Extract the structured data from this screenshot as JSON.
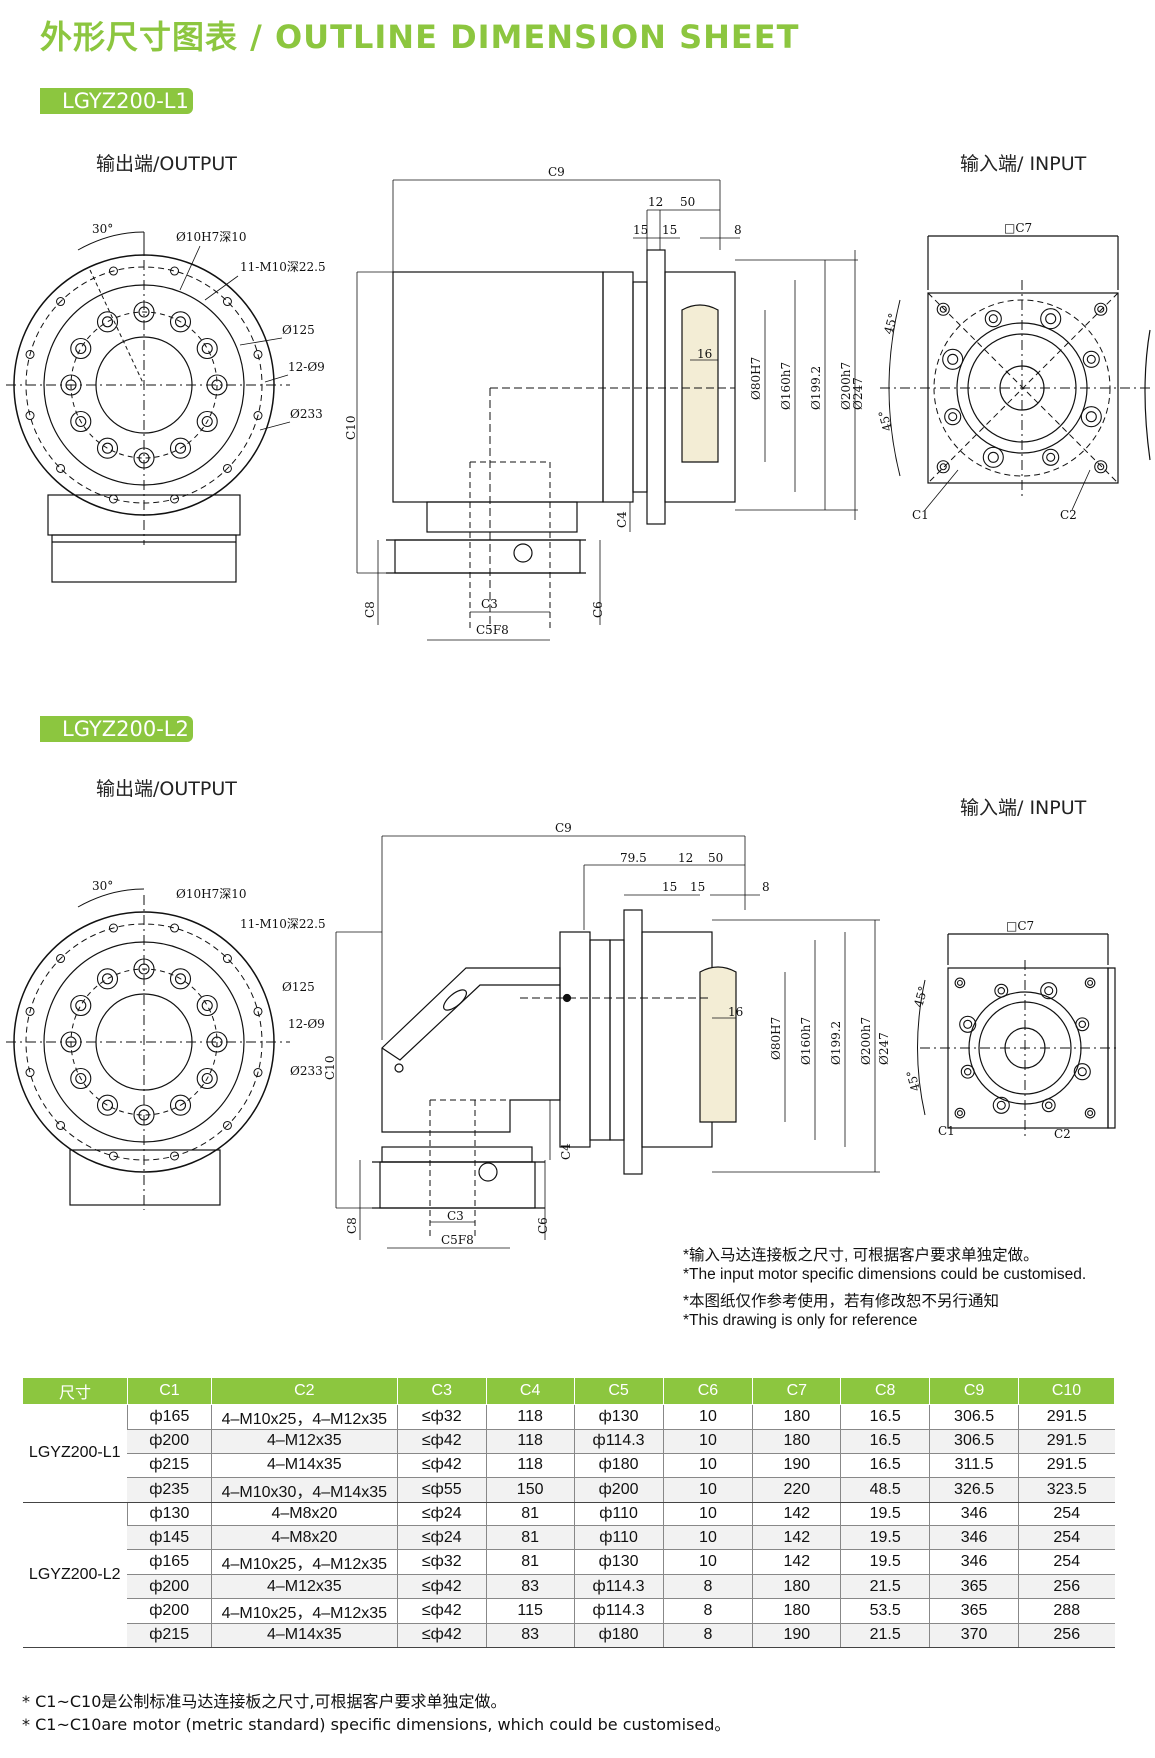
{
  "page": {
    "title": "外形尺寸图表 / OUTLINE DIMENSION SHEET",
    "accent_color": "#8cc63f"
  },
  "section1": {
    "model": "LGYZ200-L1",
    "output_label": "输出端/OUTPUT",
    "input_label": "输入端/ INPUT"
  },
  "section2": {
    "model": "LGYZ200-L2",
    "output_label": "输出端/OUTPUT",
    "input_label": "输入端/ INPUT"
  },
  "drawing_labels": {
    "angle30": "30°",
    "hole_pin": "Ø10H7深10",
    "tapped": "11-M10深22.5",
    "d125": "Ø125",
    "holes12": "12-Ø9",
    "d233": "Ø233",
    "c9": "C9",
    "c10": "C10",
    "c4": "C4",
    "c3": "C3",
    "c5": "C5F8",
    "c6": "C6",
    "c8": "C8",
    "c7": "□C7",
    "c1": "C1",
    "c2": "C2",
    "d12": "12",
    "d50": "50",
    "d15a": "15",
    "d15b": "15",
    "d8": "8",
    "d16": "16",
    "d795": "79.5",
    "d80": "Ø80H7",
    "d160": "Ø160h7",
    "d1992": "Ø199.2",
    "d200": "Ø200h7",
    "d247": "Ø247",
    "angle45a": "45°",
    "angle45b": "45°"
  },
  "notes": {
    "line1_cn": "*输入马达连接板之尺寸, 可根据客户要求单独定做。",
    "line1_en": "*The input motor specific dimensions could be customised.",
    "line2_cn": "*本图纸仅作参考使用，若有修改恕不另行通知",
    "line2_en": "*This drawing is only for reference"
  },
  "table": {
    "headers": [
      "尺寸",
      "C1",
      "C2",
      "C3",
      "C4",
      "C5",
      "C6",
      "C7",
      "C8",
      "C9",
      "C10"
    ],
    "groups": [
      {
        "model": "LGYZ200-L1",
        "rows": [
          [
            "ф165",
            "4–M10x25，4–M12x35",
            "≤ф32",
            "118",
            "ф130",
            "10",
            "180",
            "16.5",
            "306.5",
            "291.5"
          ],
          [
            "ф200",
            "4–M12x35",
            "≤ф42",
            "118",
            "ф114.3",
            "10",
            "180",
            "16.5",
            "306.5",
            "291.5"
          ],
          [
            "ф215",
            "4–M14x35",
            "≤ф42",
            "118",
            "ф180",
            "10",
            "190",
            "16.5",
            "311.5",
            "291.5"
          ],
          [
            "ф235",
            "4–M10x30，4–M14x35",
            "≤ф55",
            "150",
            "ф200",
            "10",
            "220",
            "48.5",
            "326.5",
            "323.5"
          ]
        ]
      },
      {
        "model": "LGYZ200-L2",
        "rows": [
          [
            "ф130",
            "4–M8x20",
            "≤ф24",
            "81",
            "ф110",
            "10",
            "142",
            "19.5",
            "346",
            "254"
          ],
          [
            "ф145",
            "4–M8x20",
            "≤ф24",
            "81",
            "ф110",
            "10",
            "142",
            "19.5",
            "346",
            "254"
          ],
          [
            "ф165",
            "4–M10x25，4–M12x35",
            "≤ф32",
            "81",
            "ф130",
            "10",
            "142",
            "19.5",
            "346",
            "254"
          ],
          [
            "ф200",
            "4–M12x35",
            "≤ф42",
            "83",
            "ф114.3",
            "8",
            "180",
            "21.5",
            "365",
            "256"
          ],
          [
            "ф200",
            "4–M10x25，4–M12x35",
            "≤ф42",
            "115",
            "ф114.3",
            "8",
            "180",
            "53.5",
            "365",
            "288"
          ],
          [
            "ф215",
            "4–M14x35",
            "≤ф42",
            "83",
            "ф180",
            "8",
            "190",
            "21.5",
            "370",
            "256"
          ]
        ]
      }
    ]
  },
  "footnotes": {
    "cn": "* C1~C10是公制标准马达连接板之尺寸,可根据客户要求单独定做。",
    "en": "* C1~C10are motor (metric standard) specific dimensions, which could be customised。"
  }
}
